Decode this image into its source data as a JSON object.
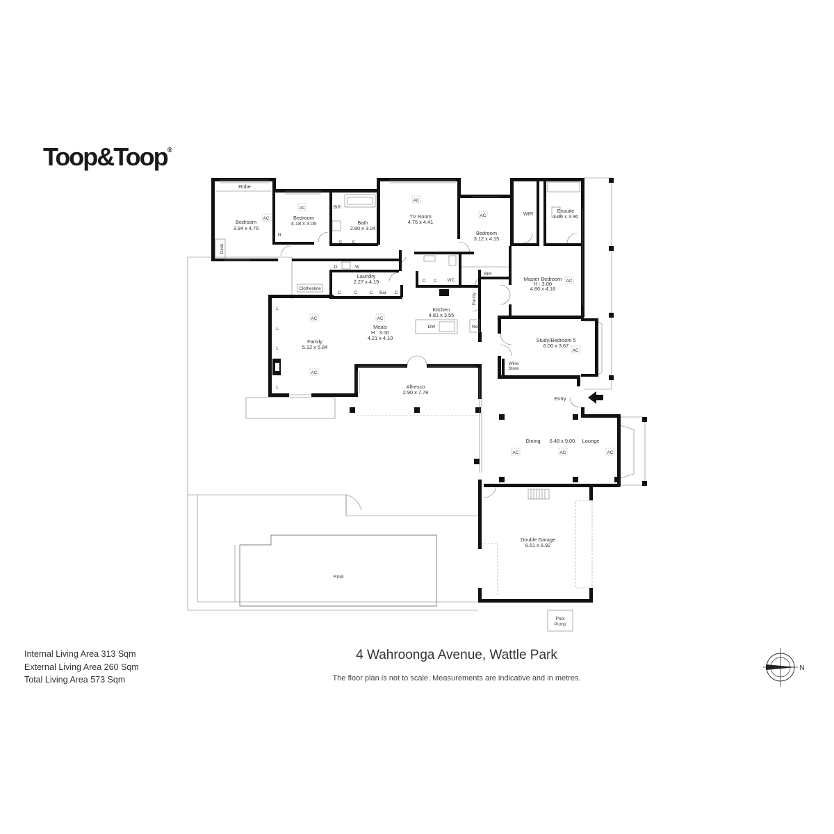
{
  "brand": {
    "logo_text": "Toop&Toop",
    "registered_mark": "®"
  },
  "rooms": {
    "robe": "Robe",
    "bedroom_sw": {
      "name": "Bedroom",
      "size": "3.94 x 4.76"
    },
    "desk": "Desk",
    "h": "H",
    "bedroom_2": {
      "name": "Bedroom",
      "size": "4.18 x 3.06"
    },
    "bir_1": "BIR",
    "bath": {
      "name": "Bath",
      "size": "2.80 x 3.04"
    },
    "tv_room": {
      "name": "TV Room",
      "size": "4.75 x 4.41"
    },
    "bedroom_3": {
      "name": "Bedroom",
      "size": "3.12 x 4.15"
    },
    "bir_2": "BIR",
    "wir": "WIR",
    "ensuite": {
      "name": "Ensuite",
      "size": "2.06 x 3.90"
    },
    "master_bedroom": {
      "name": "Master Bedroom",
      "height": "H : 3.00",
      "size": "4.86 x 4.18"
    },
    "laundry": {
      "name": "Laundry",
      "size": "2.27 x 4.19"
    },
    "clothesline": "Clothesline",
    "bar": "Bar",
    "wc": "WC",
    "pantry": "Pantry",
    "kitchen": {
      "name": "Kitchen",
      "size": "4.81 x 3.55"
    },
    "dw": "DW",
    "ref": "Ref",
    "meals": {
      "name": "Meals",
      "height": "H : 3.00",
      "size": "4.21 x 4.10"
    },
    "family": {
      "name": "Family",
      "size": "5.12 x 5.84"
    },
    "study": {
      "name": "Study/Bedroom 5",
      "size": "6.00 x 3.67"
    },
    "wine_store": {
      "line1": "Wine",
      "line2": "Store"
    },
    "alfresco": {
      "name": "Alfresco",
      "size": "2.90 x 7.78"
    },
    "entry": "Entry",
    "dining": "Dining",
    "dining_lounge_size": "6.48 x 9.00",
    "lounge": "Lounge",
    "double_garage": {
      "name": "Double Garage",
      "size": "6.61 x 6.92"
    },
    "pool": "Pool",
    "pool_pump": {
      "line1": "Pool",
      "line2": "Pump"
    }
  },
  "fixtures": {
    "ac": "AC",
    "closet": "C",
    "l": "L",
    "dryer": "D",
    "washer": "W"
  },
  "areas": {
    "internal": "Internal Living Area 313 Sqm",
    "external": "External Living Area 260 Sqm",
    "total": "Total Living Area 573 Sqm"
  },
  "address": "4 Wahroonga Avenue, Wattle Park",
  "disclaimer": "The floor plan is not to scale. Measurements are indicative and in metres.",
  "compass": {
    "north_label": "N"
  }
}
